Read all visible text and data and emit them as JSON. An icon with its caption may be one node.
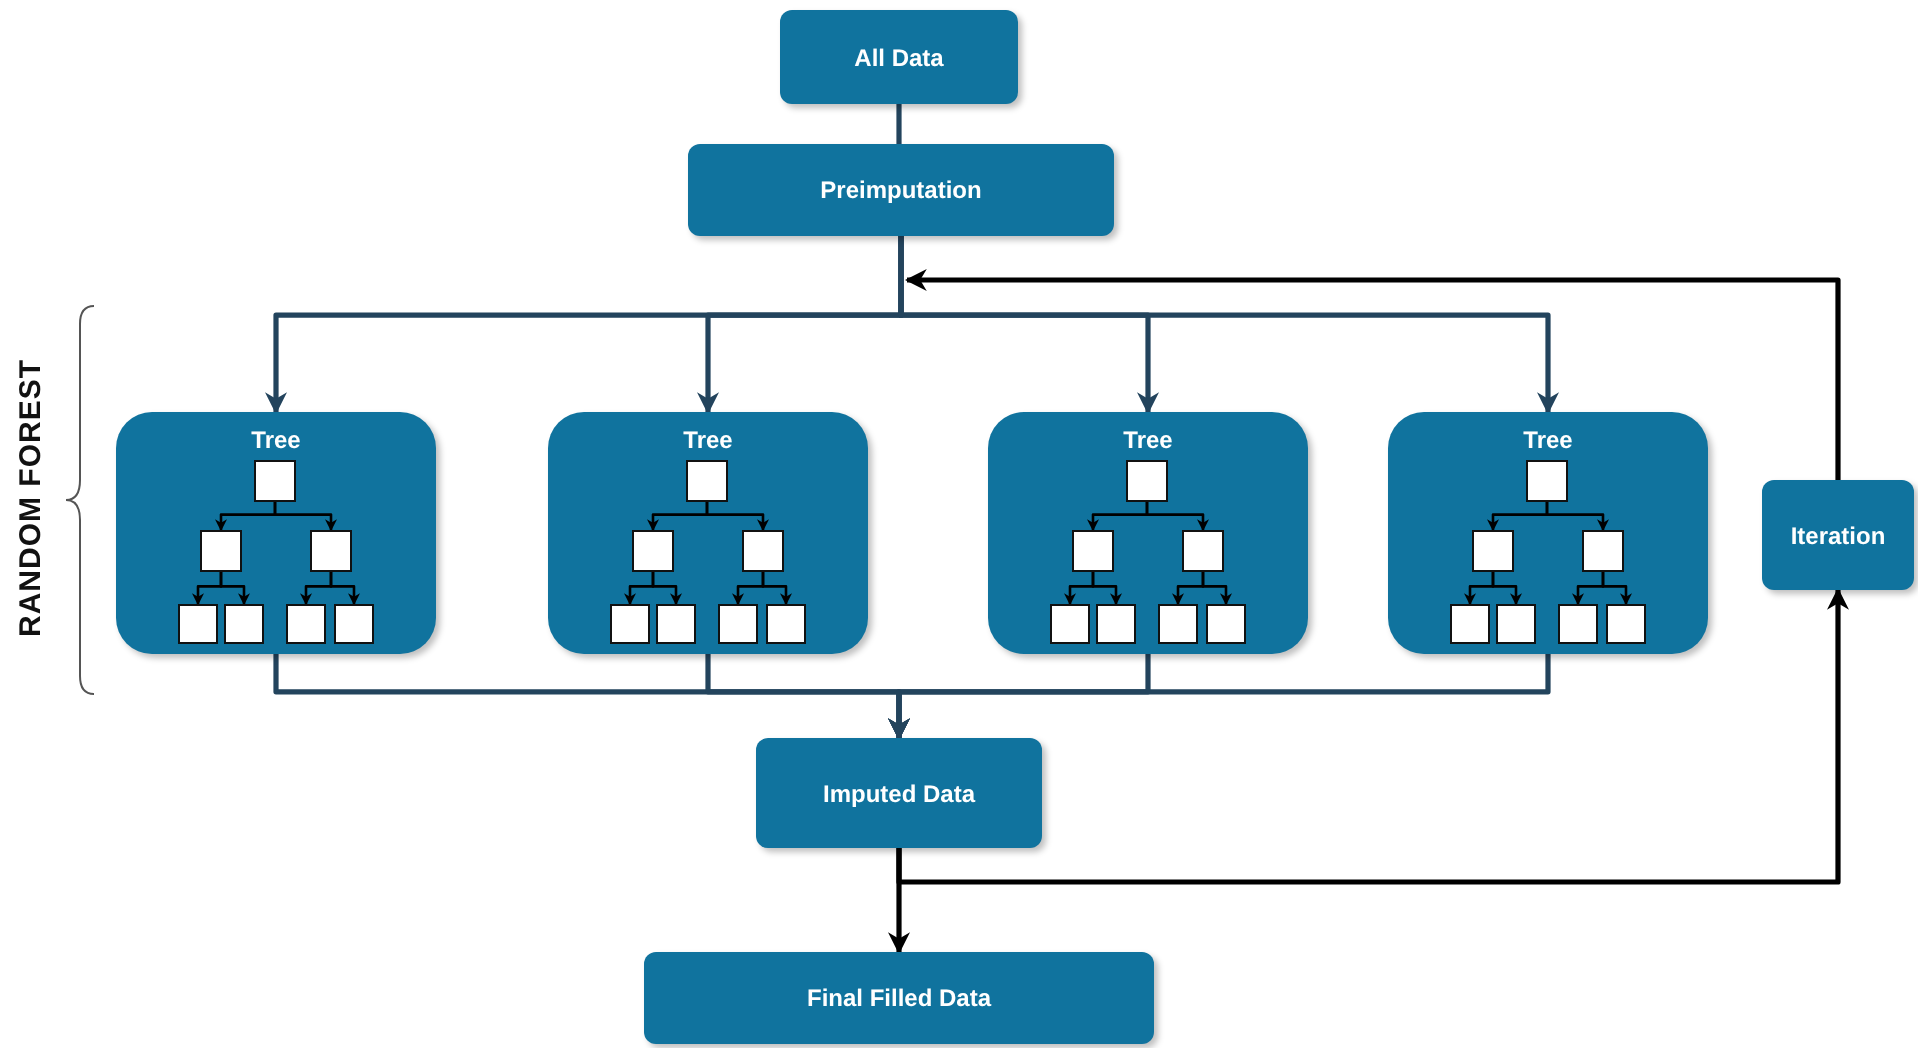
{
  "diagram": {
    "nodes": [
      {
        "text": [
          "All Data"
        ]
      },
      {
        "text": [
          "Preimputation"
        ]
      },
      {
        "text": [
          "Tree"
        ]
      },
      {
        "text": [],
        "shape": "box",
        "in": 2
      },
      {
        "text": [],
        "shape": "box",
        "in": 2
      },
      {
        "text": [],
        "shape": "box",
        "in": 2
      },
      {
        "text": [],
        "shape": "box",
        "in": 2
      },
      {
        "text": [],
        "shape": "box",
        "in": 2
      },
      {
        "text": [],
        "shape": "box",
        "in": 2
      },
      {
        "text": [],
        "shape": "box",
        "in": 2
      },
      {
        "text": [
          "Tree"
        ]
      },
      {
        "text": [],
        "shape": "box",
        "in": 10
      },
      {
        "text": [],
        "shape": "box",
        "in": 10
      },
      {
        "text": [],
        "shape": "box",
        "in": 10
      },
      {
        "text": [],
        "shape": "box",
        "in": 10
      },
      {
        "text": [],
        "shape": "box",
        "in": 10
      },
      {
        "text": [],
        "shape": "box",
        "in": 10
      },
      {
        "text": [],
        "shape": "box",
        "in": 10
      },
      {
        "text": [
          "Tree"
        ]
      },
      {
        "text": [],
        "shape": "box",
        "in": 18
      },
      {
        "text": [],
        "shape": "box",
        "in": 18
      },
      {
        "text": [],
        "shape": "box",
        "in": 18
      },
      {
        "text": [],
        "shape": "box",
        "in": 18
      },
      {
        "text": [],
        "shape": "box",
        "in": 18
      },
      {
        "text": [],
        "shape": "box",
        "in": 18
      },
      {
        "text": [],
        "shape": "box",
        "in": 18
      },
      {
        "text": [
          "Tree"
        ]
      },
      {
        "text": [],
        "shape": "box",
        "in": 26
      },
      {
        "text": [],
        "shape": "box",
        "in": 26
      },
      {
        "text": [],
        "shape": "box",
        "in": 26
      },
      {
        "text": [],
        "shape": "box",
        "in": 26
      },
      {
        "text": [],
        "shape": "box",
        "in": 26
      },
      {
        "text": [],
        "shape": "box",
        "in": 26
      },
      {
        "text": [],
        "shape": "box",
        "in": 26
      },
      {
        "text": [
          "Imputed Data"
        ]
      },
      {
        "text": [
          "Final Filled Data"
        ]
      },
      {
        "text": [
          "Iteration"
        ]
      }
    ],
    "edges": [
      {
        "from": 0,
        "to": 1,
        "arrow": "none",
        "color": "#23445d"
      },
      {
        "from": 1,
        "to": 2,
        "arrow": "to",
        "color": "#23445d"
      },
      {
        "from": 1,
        "to": 10,
        "arrow": "to",
        "color": "#23445d"
      },
      {
        "from": 1,
        "to": 18,
        "arrow": "to",
        "color": "#23445d"
      },
      {
        "from": 1,
        "to": 26,
        "arrow": "to",
        "color": "#23445d"
      },
      {
        "from": 3,
        "to": 4,
        "arrow": "to"
      },
      {
        "from": 3,
        "to": 5,
        "arrow": "to"
      },
      {
        "from": 4,
        "to": 6,
        "arrow": "to"
      },
      {
        "from": 4,
        "to": 7,
        "arrow": "to"
      },
      {
        "from": 5,
        "to": 8,
        "arrow": "to"
      },
      {
        "from": 5,
        "to": 9,
        "arrow": "to"
      },
      {
        "from": 11,
        "to": 12,
        "arrow": "to"
      },
      {
        "from": 11,
        "to": 13,
        "arrow": "to"
      },
      {
        "from": 12,
        "to": 14,
        "arrow": "to"
      },
      {
        "from": 12,
        "to": 15,
        "arrow": "to"
      },
      {
        "from": 13,
        "to": 16,
        "arrow": "to"
      },
      {
        "from": 13,
        "to": 17,
        "arrow": "to"
      },
      {
        "from": 19,
        "to": 20,
        "arrow": "to"
      },
      {
        "from": 19,
        "to": 21,
        "arrow": "to"
      },
      {
        "from": 20,
        "to": 22,
        "arrow": "to"
      },
      {
        "from": 20,
        "to": 23,
        "arrow": "to"
      },
      {
        "from": 21,
        "to": 24,
        "arrow": "to"
      },
      {
        "from": 21,
        "to": 25,
        "arrow": "to"
      },
      {
        "from": 27,
        "to": 28,
        "arrow": "to"
      },
      {
        "from": 27,
        "to": 29,
        "arrow": "to"
      },
      {
        "from": 28,
        "to": 30,
        "arrow": "to"
      },
      {
        "from": 28,
        "to": 31,
        "arrow": "to"
      },
      {
        "from": 29,
        "to": 32,
        "arrow": "to"
      },
      {
        "from": 29,
        "to": 33,
        "arrow": "to"
      },
      {
        "from": 2,
        "to": 34,
        "arrow": "to",
        "color": "#23445d"
      },
      {
        "from": 10,
        "to": 34,
        "arrow": "to",
        "color": "#23445d"
      },
      {
        "from": 18,
        "to": 34,
        "arrow": "to",
        "color": "#23445d"
      },
      {
        "from": 26,
        "to": 34,
        "arrow": "to",
        "color": "#23445d"
      },
      {
        "from": 34,
        "to": 35,
        "arrow": "to"
      },
      {
        "from": 34,
        "to": 36,
        "arrow": "to"
      },
      {
        "from": 36,
        "to": 1,
        "arrow": "to"
      }
    ],
    "labels": [
      "RANDOM FOREST"
    ]
  }
}
